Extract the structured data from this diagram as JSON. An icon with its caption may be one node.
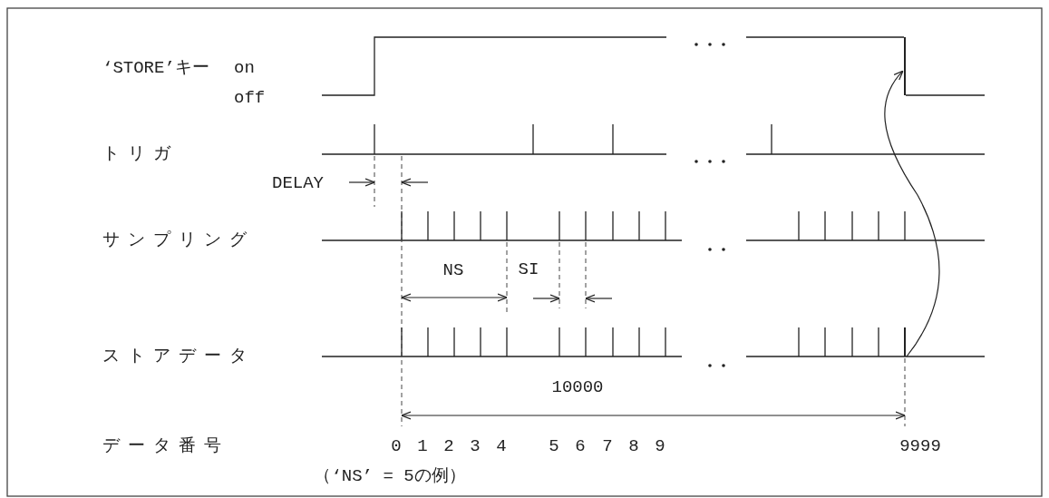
{
  "diagram": {
    "nodes": [
      {
        "text": [],
        "shape": "line"
      },
      {
        "text": [],
        "shape": "line"
      }
    ],
    "edges": [
      {
        "from": 1,
        "to": 0,
        "arrow": "to"
      }
    ],
    "labels": [
      "‘STORE’キー",
      "on",
      "off",
      "トリガ",
      "DELAY",
      "サンプリング",
      "NS",
      "SI",
      "ストアデータ",
      "10000",
      "データ番号",
      "0",
      "1",
      "2",
      "3",
      "4",
      "5",
      "6",
      "7",
      "8",
      "9",
      "9999",
      "（‘NS’ = 5の例）"
    ]
  }
}
